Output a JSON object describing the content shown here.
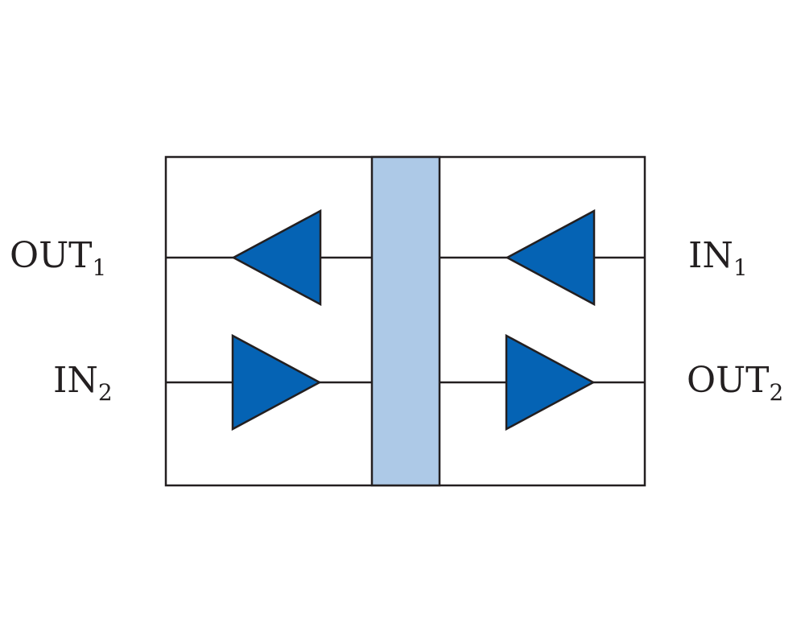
{
  "colors": {
    "line": "#231f20",
    "amplifier_fill": "#0563b4",
    "barrier_fill": "#adc9e7",
    "background": "#ffffff"
  },
  "labels": {
    "out1": {
      "text": "OUT",
      "sub": "1"
    },
    "in1": {
      "text": "IN",
      "sub": "1"
    },
    "in2": {
      "text": "IN",
      "sub": "2"
    },
    "out2": {
      "text": "OUT",
      "sub": "2"
    }
  }
}
